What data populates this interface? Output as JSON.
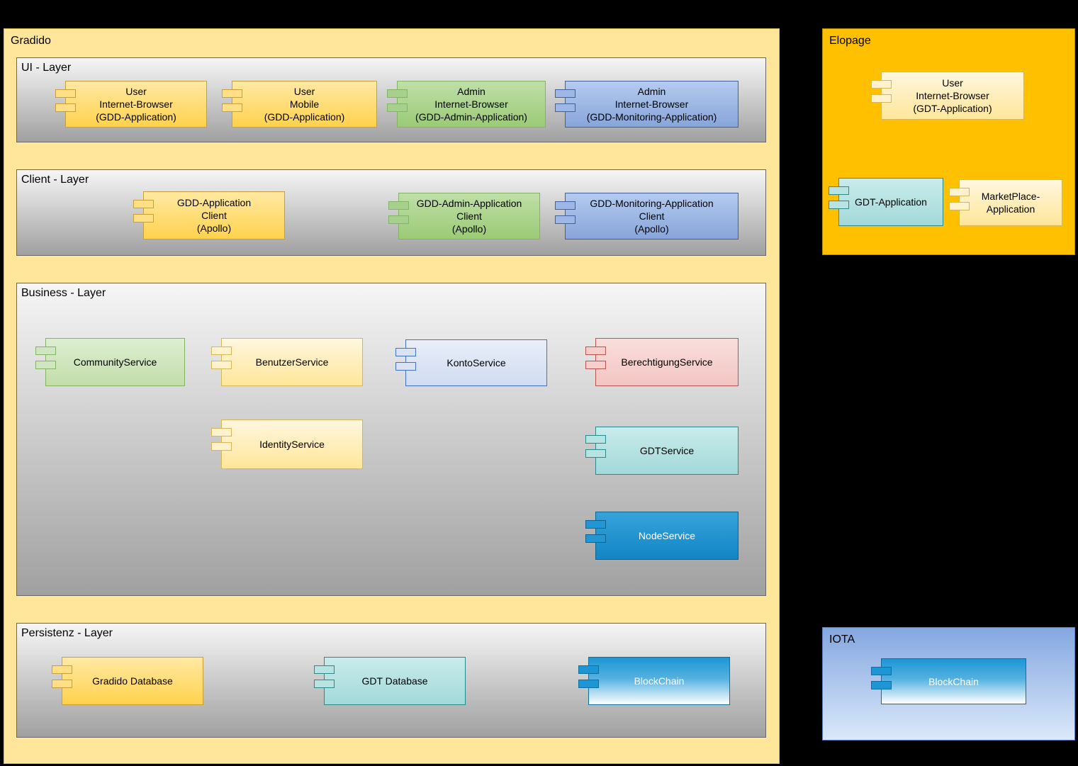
{
  "palette": {
    "background": "#000000",
    "gradido_fill": "#ffe69b",
    "elopage_fill": "#ffc000",
    "iota_fill_top": "#84a7e0",
    "iota_fill_bottom": "#dbe8fa",
    "layer_fill_top": "#f6f6f6",
    "layer_fill_bottom": "#a0a0a0",
    "yellow": "#ffd966",
    "light_yellow": "#fff2cc",
    "green": "#a8d08d",
    "light_green": "#cfe6c0",
    "blue": "#8faadc",
    "light_blue": "#dae3f3",
    "pink": "#f8cecc",
    "teal": "#b0e0e0",
    "node_blue": "#1f97d4",
    "white_text": "#ffffff"
  },
  "gradido": {
    "label": "Gradido",
    "layers": {
      "ui": {
        "label": "UI - Layer",
        "components": [
          {
            "id": "user-internet-browser-gdd",
            "label": "User\nInternet-Browser\n(GDD-Application)",
            "color": "yellow"
          },
          {
            "id": "user-mobile-gdd",
            "label": "User\nMobile\n(GDD-Application)",
            "color": "yellow"
          },
          {
            "id": "admin-internet-browser-gdd-admin",
            "label": "Admin\nInternet-Browser\n(GDD-Admin-Application)",
            "color": "green"
          },
          {
            "id": "admin-internet-browser-gdd-monitoring",
            "label": "Admin\nInternet-Browser\n(GDD-Monitoring-Application)",
            "color": "blue"
          }
        ]
      },
      "client": {
        "label": "Client - Layer",
        "components": [
          {
            "id": "gdd-application-client",
            "label": "GDD-Application\nClient\n(Apollo)",
            "color": "yellow"
          },
          {
            "id": "gdd-admin-application-client",
            "label": "GDD-Admin-Application\nClient\n(Apollo)",
            "color": "green"
          },
          {
            "id": "gdd-monitoring-application-client",
            "label": "GDD-Monitoring-Application\nClient\n(Apollo)",
            "color": "blue"
          }
        ]
      },
      "business": {
        "label": "Business - Layer",
        "components": [
          {
            "id": "community-service",
            "label": "CommunityService",
            "color": "light_green"
          },
          {
            "id": "benutzer-service",
            "label": "BenutzerService",
            "color": "light_yellow"
          },
          {
            "id": "konto-service",
            "label": "KontoService",
            "color": "light_blue"
          },
          {
            "id": "berechtigung-service",
            "label": "BerechtigungService",
            "color": "pink"
          },
          {
            "id": "identity-service",
            "label": "IdentityService",
            "color": "light_yellow"
          },
          {
            "id": "gdt-service",
            "label": "GDTService",
            "color": "teal"
          },
          {
            "id": "node-service",
            "label": "NodeService",
            "color": "node_blue"
          }
        ]
      },
      "persistenz": {
        "label": "Persistenz - Layer",
        "components": [
          {
            "id": "gradido-database",
            "label": "Gradido Database",
            "color": "yellow"
          },
          {
            "id": "gdt-database",
            "label": "GDT Database",
            "color": "teal"
          },
          {
            "id": "blockchain",
            "label": "BlockChain",
            "color": "node_blue_gradient"
          }
        ]
      }
    }
  },
  "elopage": {
    "label": "Elopage",
    "components": [
      {
        "id": "user-internet-browser-gdt",
        "label": "User\nInternet-Browser\n(GDT-Application)",
        "color": "light_yellow"
      },
      {
        "id": "gdt-application",
        "label": "GDT-Application",
        "color": "teal"
      },
      {
        "id": "marketplace-application",
        "label": "MarketPlace-\nApplication",
        "color": "light_yellow"
      }
    ]
  },
  "iota": {
    "label": "IOTA",
    "components": [
      {
        "id": "blockchain-iota",
        "label": "BlockChain",
        "color": "node_blue_gradient"
      }
    ]
  }
}
